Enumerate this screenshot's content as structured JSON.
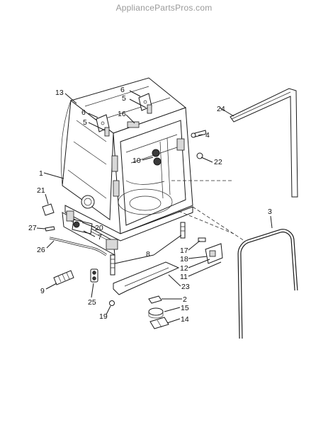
{
  "watermark": "AppliancePartsPros.com",
  "callouts": {
    "c1": "1",
    "c2": "2",
    "c3": "3",
    "c4": "4",
    "c5a": "5",
    "c5b": "5",
    "c6a": "6",
    "c6b": "6",
    "c7": "7",
    "c8": "8",
    "c9": "9",
    "c10": "10",
    "c11": "11",
    "c12": "12",
    "c13": "13",
    "c14": "14",
    "c15": "15",
    "c16": "16",
    "c17": "17",
    "c18": "18",
    "c19": "19",
    "c20": "20",
    "c21": "21",
    "c22": "22",
    "c23": "23",
    "c24": "24",
    "c25": "25",
    "c26": "26",
    "c27": "27"
  }
}
